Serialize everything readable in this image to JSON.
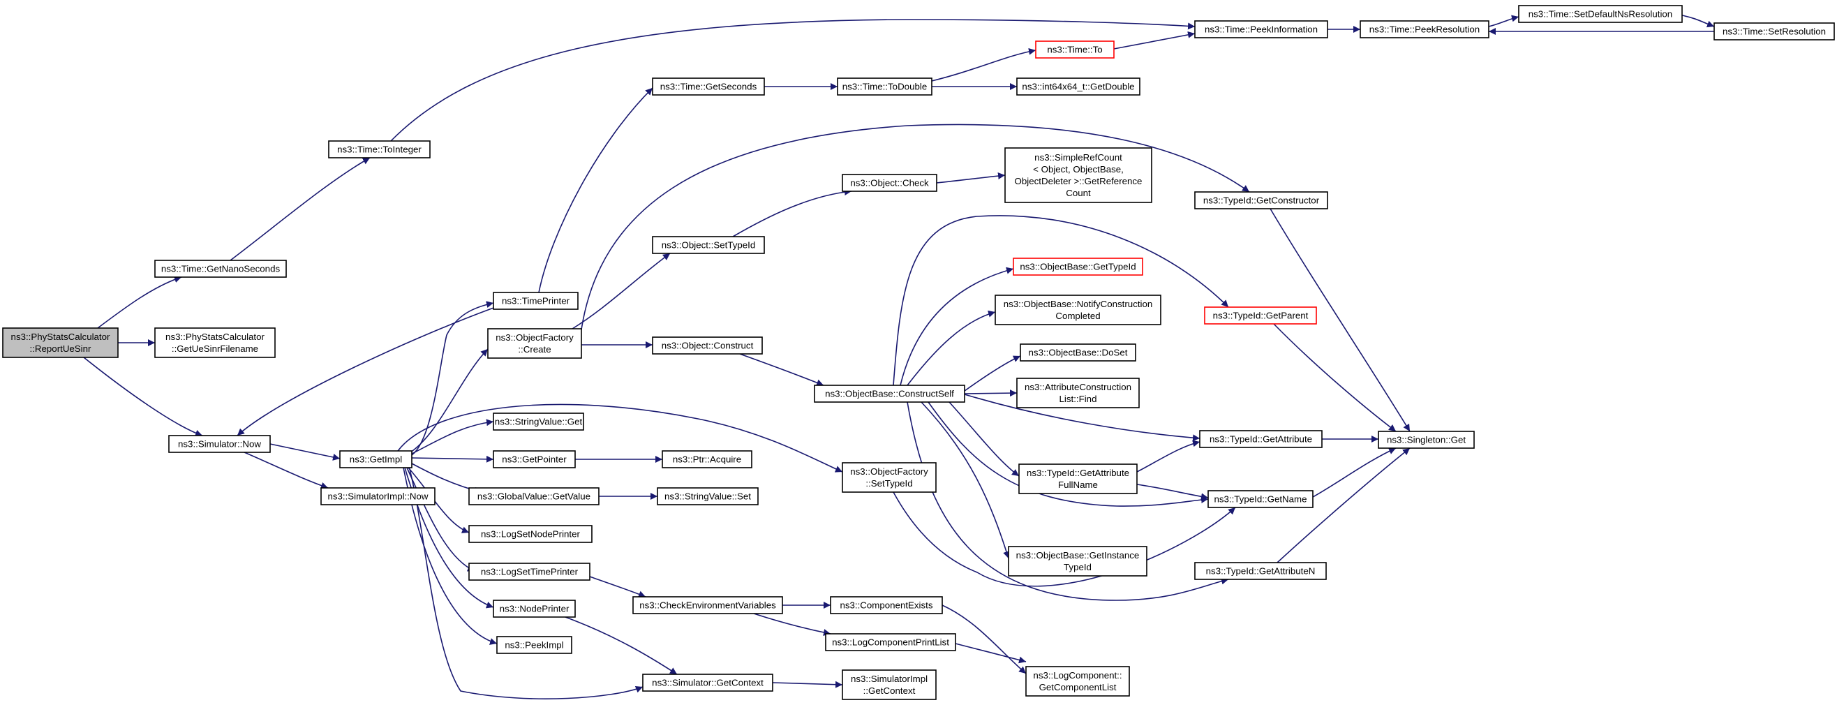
{
  "diagram": {
    "type": "call-graph",
    "colors": {
      "edge": "#191970",
      "root_fill": "#bfbfbf",
      "truncated_border": "#ff0000",
      "border": "#000000"
    },
    "nodes": [
      {
        "id": "root",
        "lines": [
          "ns3::PhyStatsCalculator",
          "::ReportUeSinr"
        ],
        "root": true
      },
      {
        "id": "getNanoSeconds",
        "lines": [
          "ns3::Time::GetNanoSeconds"
        ]
      },
      {
        "id": "getUeSinrFilename",
        "lines": [
          "ns3::PhyStatsCalculator",
          "::GetUeSinrFilename"
        ]
      },
      {
        "id": "simNow",
        "lines": [
          "ns3::Simulator::Now"
        ]
      },
      {
        "id": "toInteger",
        "lines": [
          "ns3::Time::ToInteger"
        ]
      },
      {
        "id": "timePrinter",
        "lines": [
          "ns3::TimePrinter"
        ]
      },
      {
        "id": "getImpl",
        "lines": [
          "ns3::GetImpl"
        ]
      },
      {
        "id": "simImplNow",
        "lines": [
          "ns3::SimulatorImpl::Now"
        ]
      },
      {
        "id": "ofCreate",
        "lines": [
          "ns3::ObjectFactory",
          "::Create"
        ]
      },
      {
        "id": "strGet",
        "lines": [
          "ns3::StringValue::Get"
        ]
      },
      {
        "id": "getPointer",
        "lines": [
          "ns3::GetPointer"
        ]
      },
      {
        "id": "gvGetValue",
        "lines": [
          "ns3::GlobalValue::GetValue"
        ]
      },
      {
        "id": "logSetNode",
        "lines": [
          "ns3::LogSetNodePrinter"
        ]
      },
      {
        "id": "logSetTime",
        "lines": [
          "ns3::LogSetTimePrinter"
        ]
      },
      {
        "id": "nodePrinter",
        "lines": [
          "ns3::NodePrinter"
        ]
      },
      {
        "id": "peekImpl",
        "lines": [
          "ns3::PeekImpl"
        ]
      },
      {
        "id": "getSeconds",
        "lines": [
          "ns3::Time::GetSeconds"
        ]
      },
      {
        "id": "objSetTypeId",
        "lines": [
          "ns3::Object::SetTypeId"
        ]
      },
      {
        "id": "objConstruct",
        "lines": [
          "ns3::Object::Construct"
        ]
      },
      {
        "id": "ptrAcquire",
        "lines": [
          "ns3::Ptr::Acquire"
        ]
      },
      {
        "id": "strSet",
        "lines": [
          "ns3::StringValue::Set"
        ]
      },
      {
        "id": "checkEnv",
        "lines": [
          "ns3::CheckEnvironmentVariables"
        ]
      },
      {
        "id": "simGetContext",
        "lines": [
          "ns3::Simulator::GetContext"
        ]
      },
      {
        "id": "toDouble",
        "lines": [
          "ns3::Time::ToDouble"
        ]
      },
      {
        "id": "objCheck",
        "lines": [
          "ns3::Object::Check"
        ]
      },
      {
        "id": "constructSelf",
        "lines": [
          "ns3::ObjectBase::ConstructSelf"
        ]
      },
      {
        "id": "ofSetTypeId",
        "lines": [
          "ns3::ObjectFactory",
          "::SetTypeId"
        ]
      },
      {
        "id": "componentExists",
        "lines": [
          "ns3::ComponentExists"
        ]
      },
      {
        "id": "logCompPrintList",
        "lines": [
          "ns3::LogComponentPrintList"
        ]
      },
      {
        "id": "simImplGetContext",
        "lines": [
          "ns3::SimulatorImpl",
          "::GetContext"
        ]
      },
      {
        "id": "timeTo",
        "lines": [
          "ns3::Time::To"
        ],
        "truncated": true
      },
      {
        "id": "int64GetDouble",
        "lines": [
          "ns3::int64x64_t::GetDouble"
        ]
      },
      {
        "id": "simpleRefCount",
        "lines": [
          "ns3::SimpleRefCount",
          "< Object, ObjectBase,",
          "ObjectDeleter >::GetReference",
          "Count"
        ]
      },
      {
        "id": "obGetTypeId",
        "lines": [
          "ns3::ObjectBase::GetTypeId"
        ],
        "truncated": true
      },
      {
        "id": "obNotify",
        "lines": [
          "ns3::ObjectBase::NotifyConstruction",
          "Completed"
        ]
      },
      {
        "id": "obDoSet",
        "lines": [
          "ns3::ObjectBase::DoSet"
        ]
      },
      {
        "id": "attrConstructFind",
        "lines": [
          "ns3::AttributeConstruction",
          "List::Find"
        ]
      },
      {
        "id": "tidGetAttrFullName",
        "lines": [
          "ns3::TypeId::GetAttribute",
          "FullName"
        ]
      },
      {
        "id": "obGetInstanceTypeId",
        "lines": [
          "ns3::ObjectBase::GetInstance",
          "TypeId"
        ]
      },
      {
        "id": "logCompGetList",
        "lines": [
          "ns3::LogComponent::",
          "GetComponentList"
        ]
      },
      {
        "id": "peekInformation",
        "lines": [
          "ns3::Time::PeekInformation"
        ]
      },
      {
        "id": "tidGetConstructor",
        "lines": [
          "ns3::TypeId::GetConstructor"
        ]
      },
      {
        "id": "tidGetParent",
        "lines": [
          "ns3::TypeId::GetParent"
        ],
        "truncated": true
      },
      {
        "id": "tidGetAttribute",
        "lines": [
          "ns3::TypeId::GetAttribute"
        ]
      },
      {
        "id": "tidGetName",
        "lines": [
          "ns3::TypeId::GetName"
        ]
      },
      {
        "id": "tidGetAttributeN",
        "lines": [
          "ns3::TypeId::GetAttributeN"
        ]
      },
      {
        "id": "peekResolution",
        "lines": [
          "ns3::Time::PeekResolution"
        ]
      },
      {
        "id": "setDefaultNsRes",
        "lines": [
          "ns3::Time::SetDefaultNsResolution"
        ]
      },
      {
        "id": "setResolution",
        "lines": [
          "ns3::Time::SetResolution"
        ]
      },
      {
        "id": "singletonGet",
        "lines": [
          "ns3::Singleton::Get"
        ]
      }
    ],
    "edges": [
      [
        "root",
        "getNanoSeconds"
      ],
      [
        "root",
        "getUeSinrFilename"
      ],
      [
        "root",
        "simNow"
      ],
      [
        "getNanoSeconds",
        "toInteger"
      ],
      [
        "toInteger",
        "peekInformation"
      ],
      [
        "simNow",
        "getImpl"
      ],
      [
        "simNow",
        "simImplNow"
      ],
      [
        "getImpl",
        "timePrinter"
      ],
      [
        "getImpl",
        "ofCreate"
      ],
      [
        "getImpl",
        "strGet"
      ],
      [
        "getImpl",
        "getPointer"
      ],
      [
        "getImpl",
        "gvGetValue"
      ],
      [
        "getImpl",
        "logSetNode"
      ],
      [
        "getImpl",
        "logSetTime"
      ],
      [
        "getImpl",
        "nodePrinter"
      ],
      [
        "getImpl",
        "peekImpl"
      ],
      [
        "getImpl",
        "simGetContext"
      ],
      [
        "getImpl",
        "ofSetTypeId"
      ],
      [
        "timePrinter",
        "simNow"
      ],
      [
        "timePrinter",
        "getSeconds"
      ],
      [
        "getSeconds",
        "toDouble"
      ],
      [
        "toDouble",
        "timeTo"
      ],
      [
        "toDouble",
        "int64GetDouble"
      ],
      [
        "timeTo",
        "peekInformation"
      ],
      [
        "ofCreate",
        "objSetTypeId"
      ],
      [
        "ofCreate",
        "objConstruct"
      ],
      [
        "ofCreate",
        "tidGetConstructor"
      ],
      [
        "objSetTypeId",
        "objCheck"
      ],
      [
        "objCheck",
        "simpleRefCount"
      ],
      [
        "objConstruct",
        "constructSelf"
      ],
      [
        "getPointer",
        "ptrAcquire"
      ],
      [
        "gvGetValue",
        "strSet"
      ],
      [
        "logSetTime",
        "checkEnv"
      ],
      [
        "checkEnv",
        "componentExists"
      ],
      [
        "checkEnv",
        "logCompPrintList"
      ],
      [
        "nodePrinter",
        "simGetContext"
      ],
      [
        "simGetContext",
        "simImplGetContext"
      ],
      [
        "componentExists",
        "logCompGetList"
      ],
      [
        "logCompPrintList",
        "logCompGetList"
      ],
      [
        "ofSetTypeId",
        "tidGetName"
      ],
      [
        "constructSelf",
        "obGetTypeId"
      ],
      [
        "constructSelf",
        "tidGetParent"
      ],
      [
        "constructSelf",
        "obNotify"
      ],
      [
        "constructSelf",
        "obDoSet"
      ],
      [
        "constructSelf",
        "attrConstructFind"
      ],
      [
        "constructSelf",
        "tidGetAttrFullName"
      ],
      [
        "constructSelf",
        "tidGetAttribute"
      ],
      [
        "constructSelf",
        "tidGetName"
      ],
      [
        "constructSelf",
        "obGetInstanceTypeId"
      ],
      [
        "constructSelf",
        "tidGetAttributeN"
      ],
      [
        "tidGetAttrFullName",
        "tidGetAttribute"
      ],
      [
        "tidGetAttrFullName",
        "tidGetName"
      ],
      [
        "tidGetConstructor",
        "singletonGet"
      ],
      [
        "tidGetParent",
        "singletonGet"
      ],
      [
        "tidGetAttribute",
        "singletonGet"
      ],
      [
        "tidGetName",
        "singletonGet"
      ],
      [
        "tidGetAttributeN",
        "singletonGet"
      ],
      [
        "peekInformation",
        "peekResolution"
      ],
      [
        "peekResolution",
        "setDefaultNsRes"
      ],
      [
        "setDefaultNsRes",
        "setResolution"
      ],
      [
        "setResolution",
        "peekResolution"
      ]
    ]
  }
}
